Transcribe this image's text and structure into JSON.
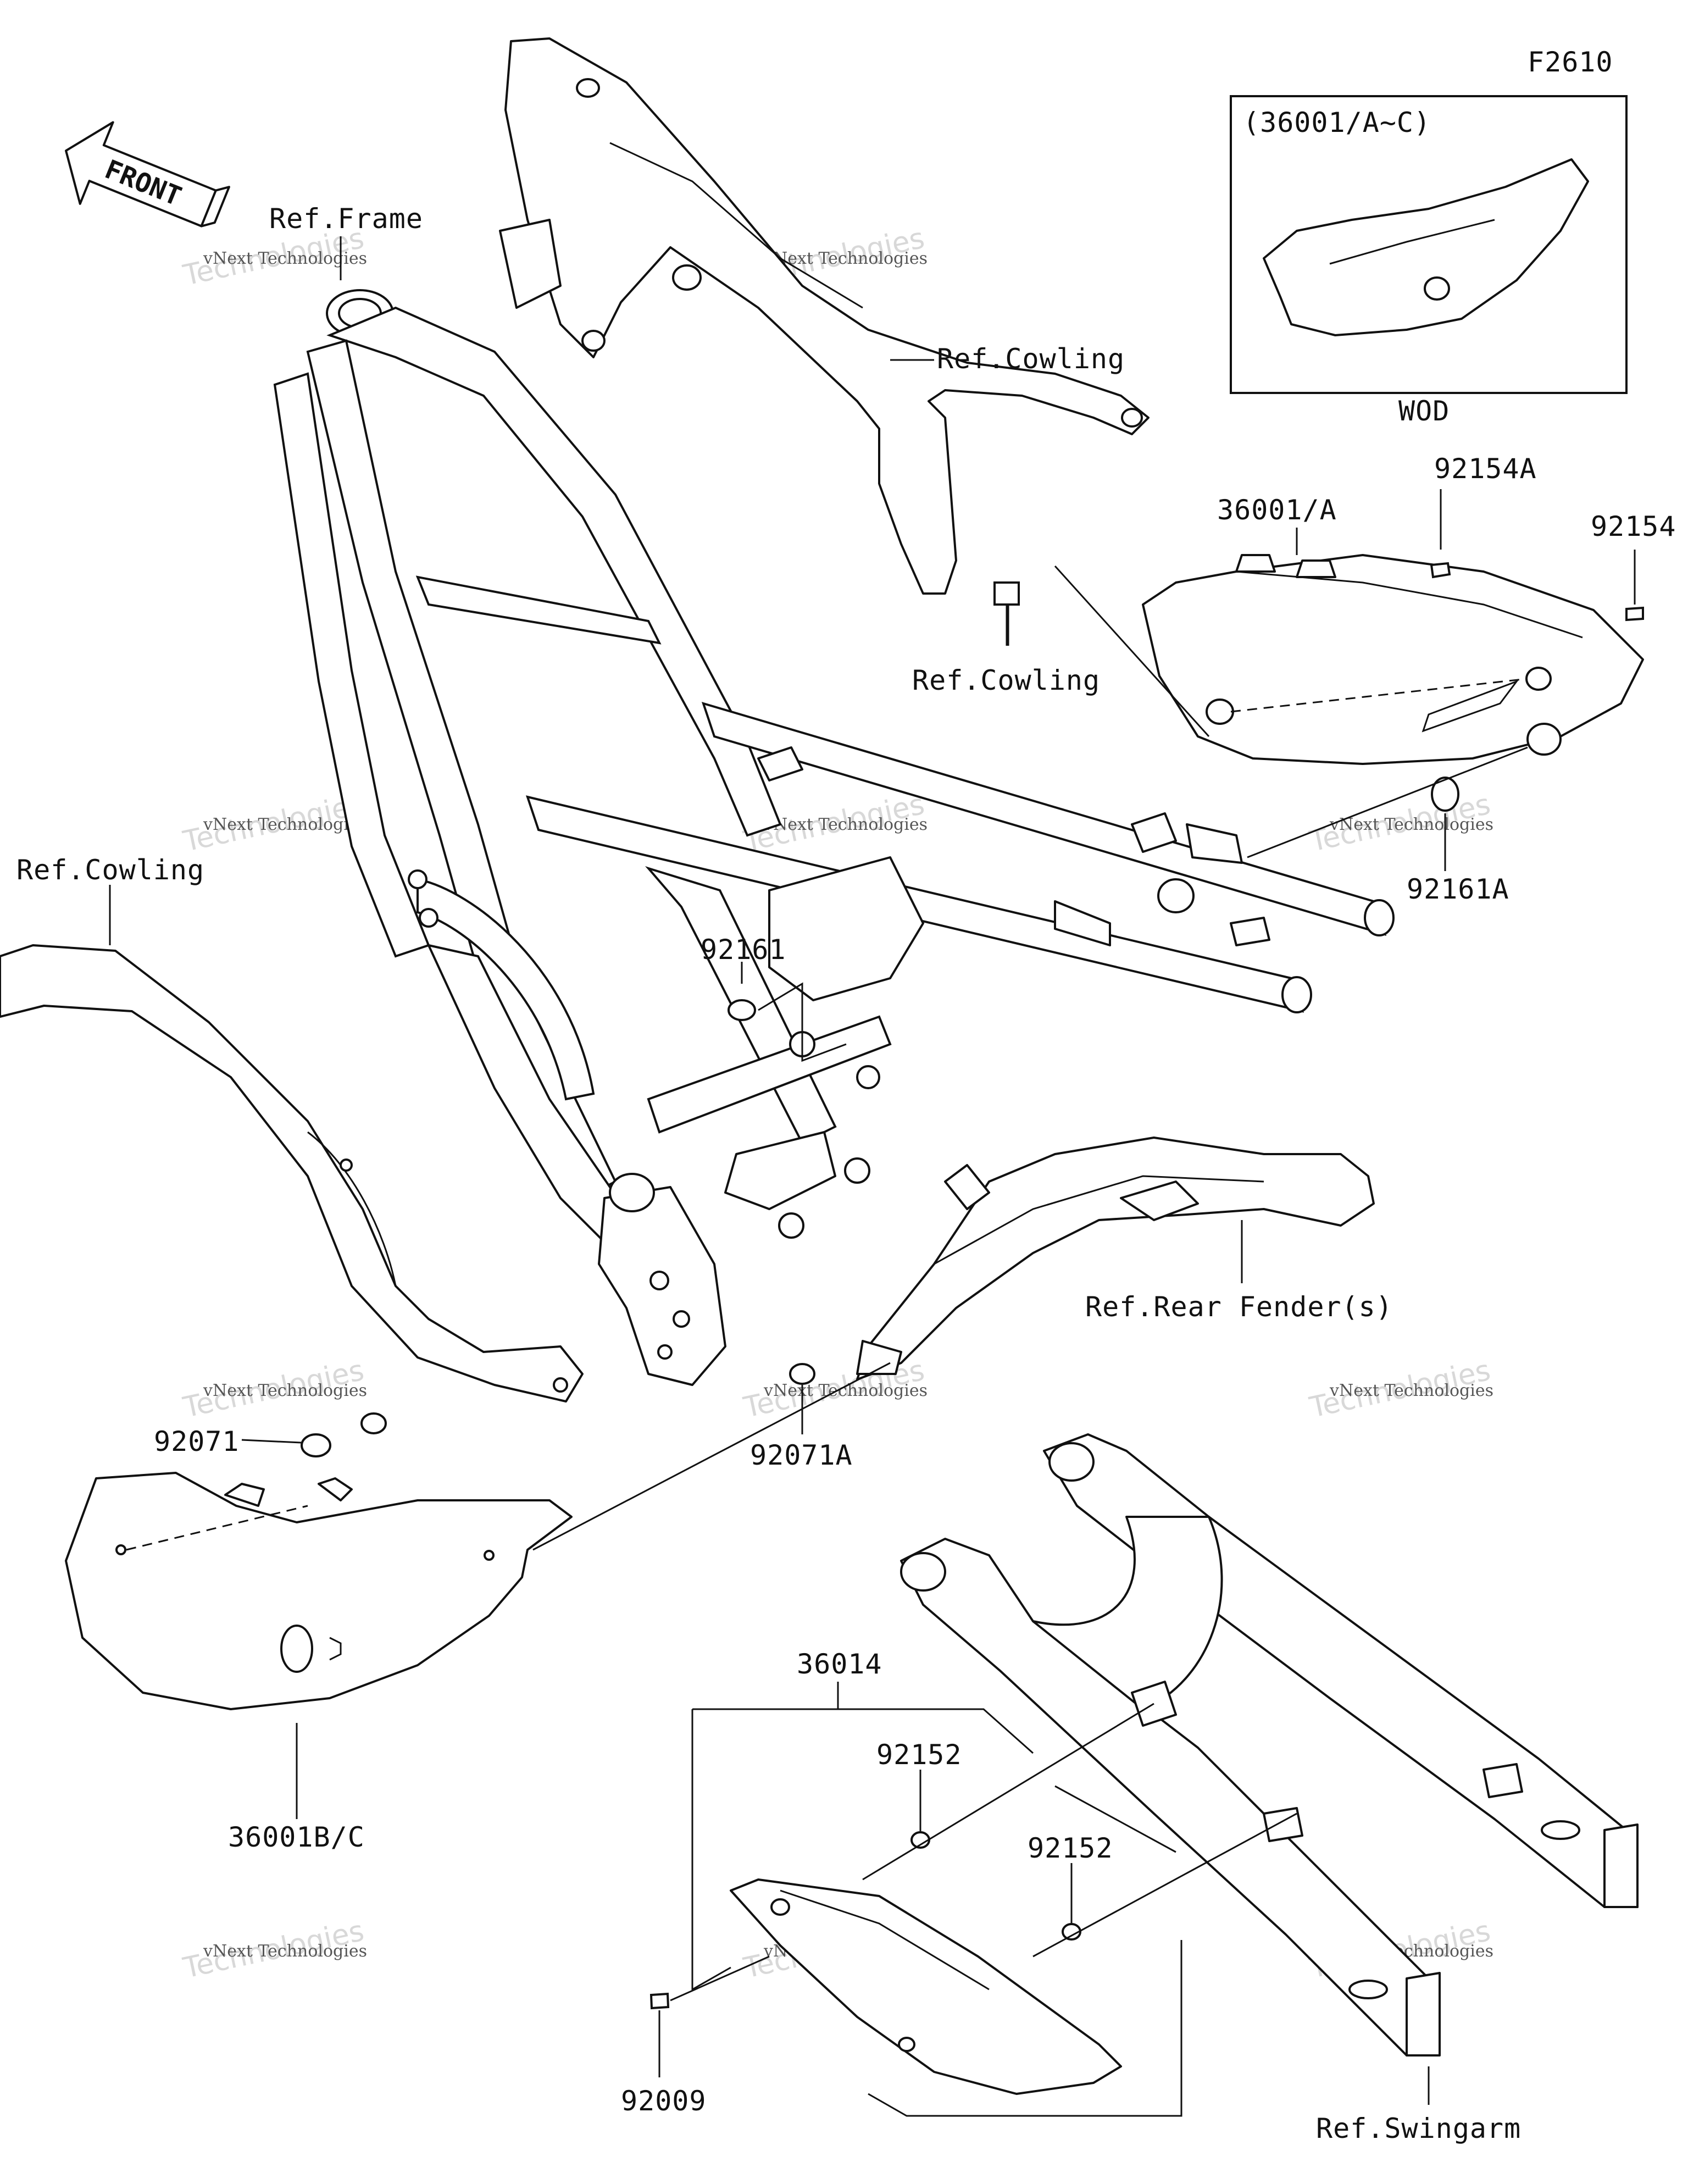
{
  "figure_code": "F2610",
  "front_arrow": {
    "label": "FRONT",
    "icon": "front-arrow-icon"
  },
  "inset": {
    "title": "(36001/A~C)",
    "caption": "WOD"
  },
  "callouts": [
    {
      "id": "ref-frame",
      "text": "Ref.Frame"
    },
    {
      "id": "ref-cowling-top",
      "text": "Ref.Cowling"
    },
    {
      "id": "ref-cowling-mid",
      "text": "Ref.Cowling"
    },
    {
      "id": "ref-cowling-left",
      "text": "Ref.Cowling"
    },
    {
      "id": "part-36001a",
      "text": "36001/A"
    },
    {
      "id": "part-92154a",
      "text": "92154A"
    },
    {
      "id": "part-92154",
      "text": "92154"
    },
    {
      "id": "part-92161a",
      "text": "92161A"
    },
    {
      "id": "part-92161",
      "text": "92161"
    },
    {
      "id": "ref-rear-fender",
      "text": "Ref.Rear Fender(s)"
    },
    {
      "id": "part-92071",
      "text": "92071"
    },
    {
      "id": "part-92071a",
      "text": "92071A"
    },
    {
      "id": "part-36001bc",
      "text": "36001B/C"
    },
    {
      "id": "part-36014",
      "text": "36014"
    },
    {
      "id": "part-92152-a",
      "text": "92152"
    },
    {
      "id": "part-92152-b",
      "text": "92152"
    },
    {
      "id": "part-92009",
      "text": "92009"
    },
    {
      "id": "ref-swingarm",
      "text": "Ref.Swingarm"
    }
  ],
  "watermark": {
    "line1": "vNext Technologies",
    "line2": "Technologies",
    "line3": "vNext"
  }
}
